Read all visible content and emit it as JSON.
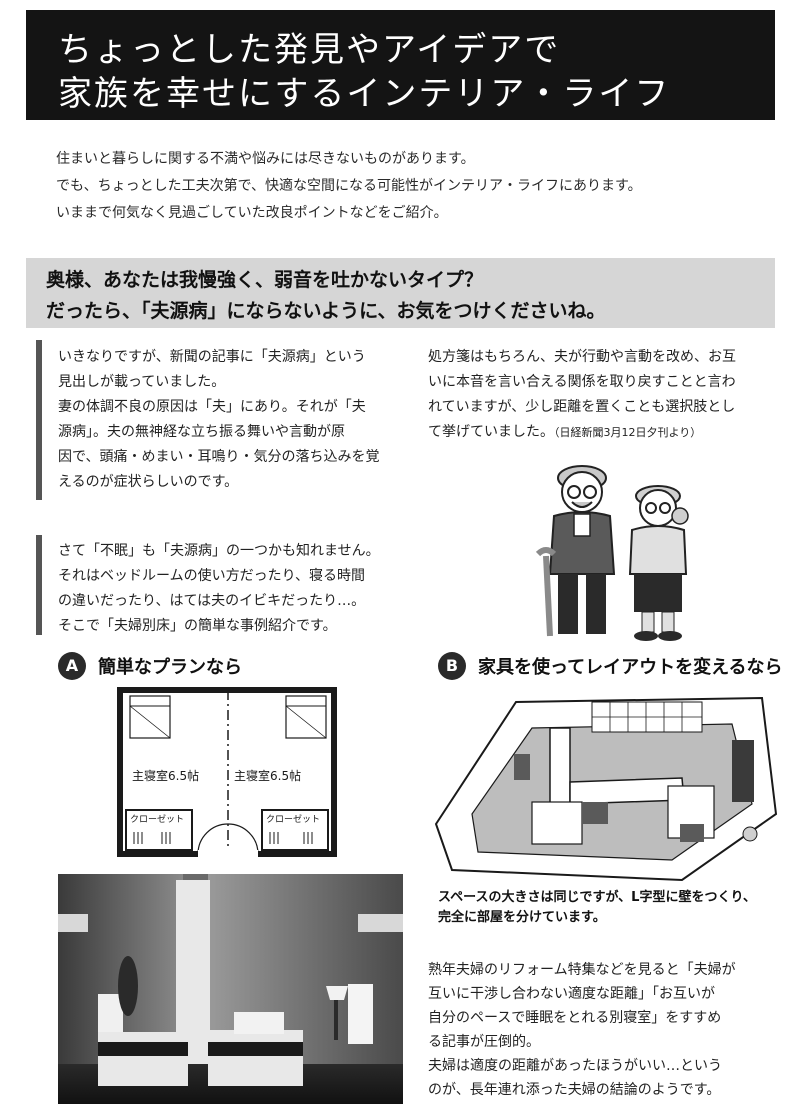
{
  "header": {
    "title_line1": "ちょっとした発見やアイデアで",
    "title_line2": "家族を幸せにするインテリア・ライフ"
  },
  "intro": {
    "lines": [
      "住まいと暮らしに関する不満や悩みには尽きないものがあります。",
      "でも、ちょっとした工夫次第で、快適な空間になる可能性がインテリア・ライフにあります。",
      "いままで何気なく見過ごしていた改良ポイントなどをご紹介。"
    ]
  },
  "band": {
    "line1": "奥様、あなたは我慢強く、弱音を吐かないタイプ？",
    "line2": "だったら、「夫源病」にならないように、お気をつけくださいね。"
  },
  "article": {
    "left_para1": [
      "いきなりですが、新聞の記事に「夫源病」という",
      "見出しが載っていました。",
      "妻の体調不良の原因は「夫」にあり。それが「夫",
      "源病」。夫の無神経な立ち振る舞いや言動が原",
      "因で、頭痛・めまい・耳鳴り・気分の落ち込みを覚",
      "えるのが症状らしいのです。"
    ],
    "right_para1": [
      "処方箋はもちろん、夫が行動や言動を改め、お互",
      "いに本音を言い合える関係を取り戻すことと言わ",
      "れていますが、少し距離を置くことも選択肢とし",
      "て挙げていました。"
    ],
    "source_note": "（日経新聞3月12日夕刊より）",
    "left_para2": [
      "さて「不眠」も「夫源病」の一つかも知れません。",
      "それはベッドルームの使い方だったり、寝る時間",
      "の違いだったり、はては夫のイビキだったり…。",
      "そこで「夫婦別床」の簡単な事例紹介です。"
    ]
  },
  "section_a": {
    "badge": "A",
    "title": "簡単なプランなら",
    "room_left": "主寝室6.5帖",
    "room_right": "主寝室6.5帖",
    "closet_left": "クローゼット",
    "closet_right": "クローゼット"
  },
  "section_b": {
    "badge": "B",
    "title": "家具を使ってレイアウトを変えるなら",
    "caption_line1": "スペースの大きさは同じですが、L字型に壁をつくり、",
    "caption_line2": "完全に部屋を分けています。"
  },
  "closing": {
    "lines": [
      "熟年夫婦のリフォーム特集などを見ると「夫婦が",
      "互いに干渉し合わない適度な距離」「お互いが",
      "自分のペースで睡眠をとれる別寝室」をすすめ",
      "る記事が圧倒的。",
      "夫婦は適度の距離があったほうがいい…という",
      "のが、長年連れ添った夫婦の結論のようです。"
    ]
  },
  "colors": {
    "title_bg": "#141414",
    "band_bg": "#d6d6d6",
    "accent_bar": "#555555"
  }
}
